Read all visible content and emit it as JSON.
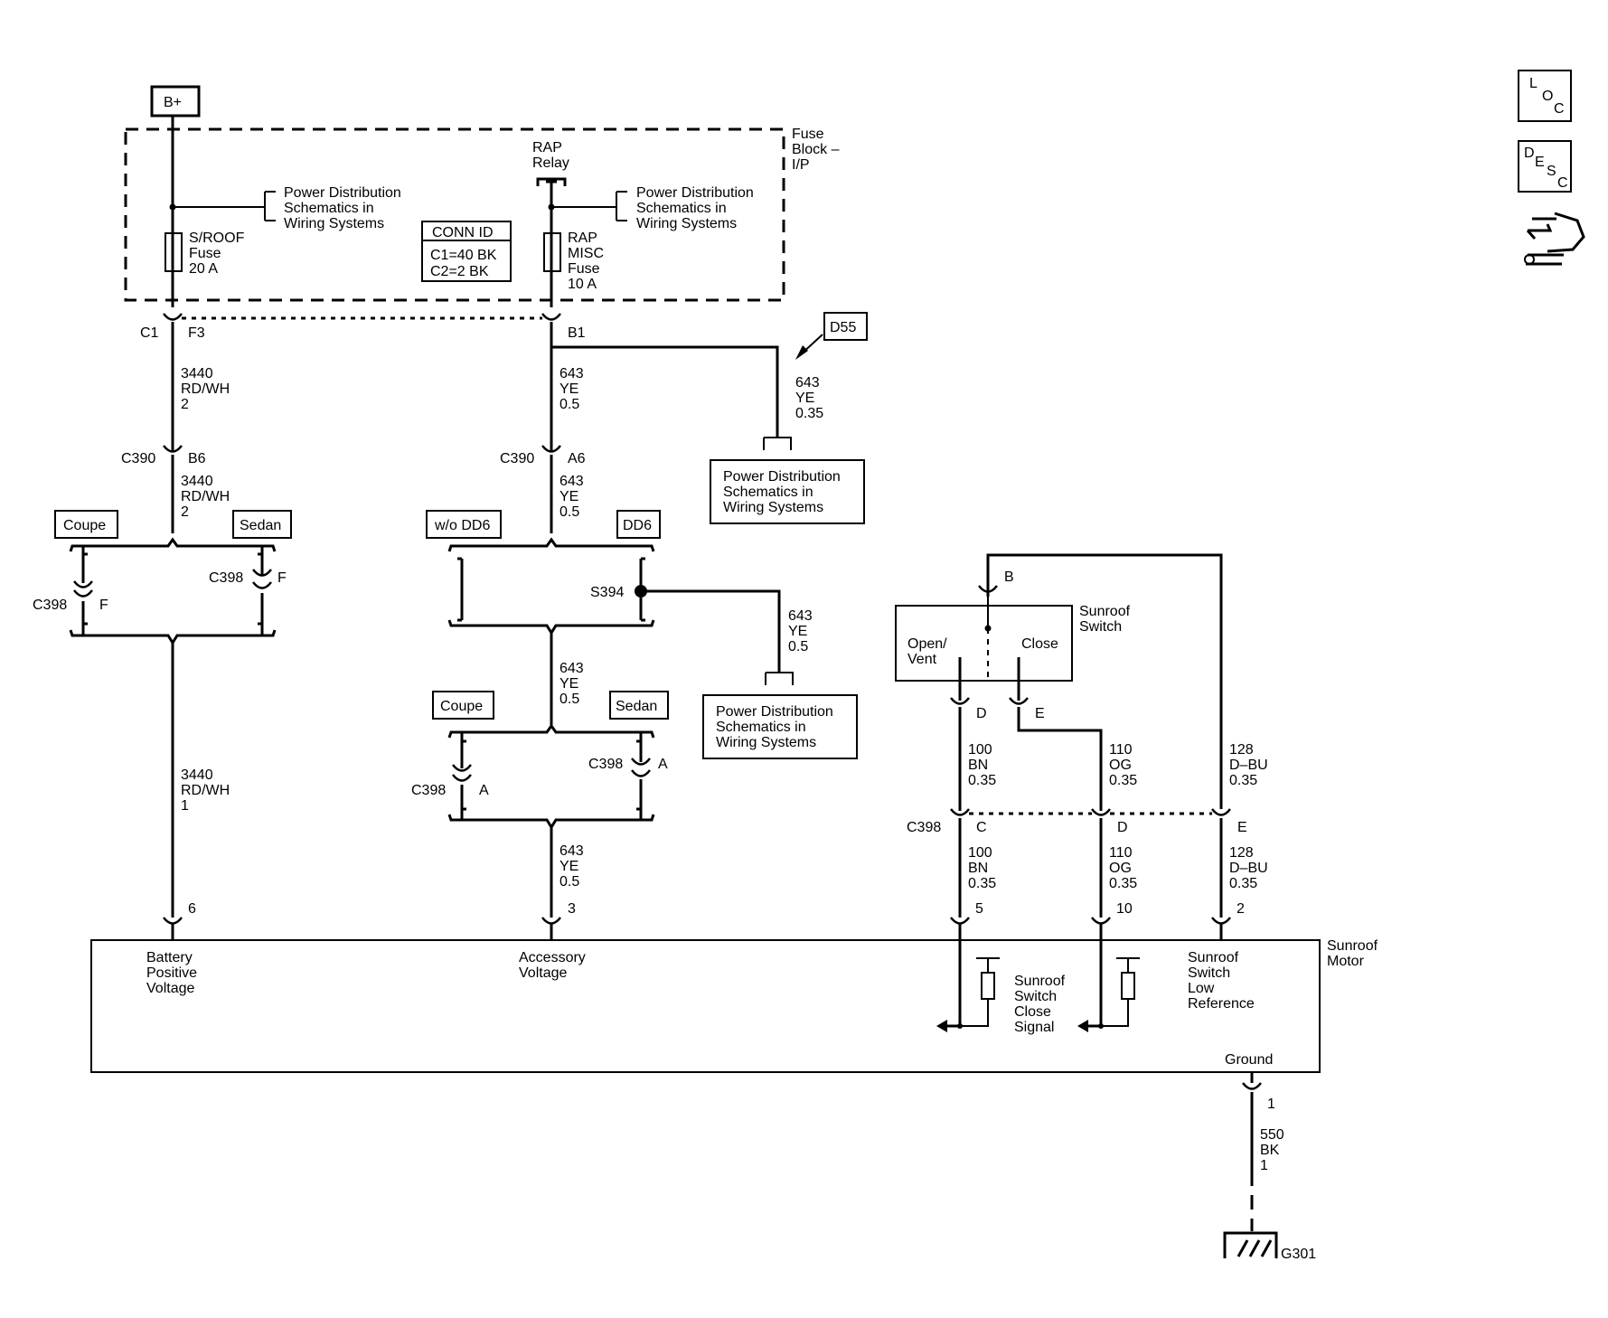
{
  "nav": {
    "loc": {
      "l": "L",
      "o": "O",
      "c": "C"
    },
    "desc": {
      "d": "D",
      "e": "E",
      "s": "S",
      "c": "C"
    }
  },
  "source": {
    "bplus": "B+"
  },
  "fuse_block": {
    "label": [
      "Fuse",
      "Block –",
      "I/P"
    ],
    "rap_relay": [
      "RAP",
      "Relay"
    ],
    "pds_ref_1": [
      "Power Distribution",
      "Schematics in",
      "Wiring Systems"
    ],
    "pds_ref_2": [
      "Power Distribution",
      "Schematics in",
      "Wiring Systems"
    ],
    "sroof_fuse": [
      "S/ROOF",
      "Fuse",
      "20 A"
    ],
    "rap_fuse": [
      "RAP",
      "MISC",
      "Fuse",
      "10 A"
    ],
    "conn_id": {
      "title": "CONN ID",
      "lines": [
        "C1=40 BK",
        "C2=2 BK"
      ]
    }
  },
  "left_circuit": {
    "c1": "C1",
    "f3": "F3",
    "wire_1": [
      "3440",
      "RD/WH",
      "2"
    ],
    "c390": "C390",
    "b6": "B6",
    "wire_2": [
      "3440",
      "RD/WH",
      "2"
    ],
    "coupe": "Coupe",
    "sedan": "Sedan",
    "c398_a": "C398",
    "f_a": "F",
    "c398_b": "C398",
    "f_b": "F",
    "wire_3": [
      "3440",
      "RD/WH",
      "1"
    ],
    "pin": "6"
  },
  "mid_circuit": {
    "b1": "B1",
    "d55": "D55",
    "wire_d55": [
      "643",
      "YE",
      "0.35"
    ],
    "pds_ref_3": [
      "Power Distribution",
      "Schematics in",
      "Wiring Systems"
    ],
    "wire_1": [
      "643",
      "YE",
      "0.5"
    ],
    "c390": "C390",
    "a6": "A6",
    "wire_2": [
      "643",
      "YE",
      "0.5"
    ],
    "wo_dd6": "w/o DD6",
    "dd6": "DD6",
    "s394": "S394",
    "wire_s394": [
      "643",
      "YE",
      "0.5"
    ],
    "pds_ref_4": [
      "Power Distribution",
      "Schematics in",
      "Wiring Systems"
    ],
    "wire_3": [
      "643",
      "YE",
      "0.5"
    ],
    "coupe": "Coupe",
    "sedan": "Sedan",
    "c398_a": "C398",
    "a_a": "A",
    "c398_b": "C398",
    "a_b": "A",
    "wire_4": [
      "643",
      "YE",
      "0.5"
    ],
    "pin": "3"
  },
  "right_circuit": {
    "b": "B",
    "switch_label": [
      "Sunroof",
      "Switch"
    ],
    "open_vent": [
      "Open/",
      "Vent"
    ],
    "close": "Close",
    "d": "D",
    "e": "E",
    "wire_bn_1": [
      "100",
      "BN",
      "0.35"
    ],
    "wire_og_1": [
      "110",
      "OG",
      "0.35"
    ],
    "wire_bu_1": [
      "128",
      "D–BU",
      "0.35"
    ],
    "c398": "C398",
    "c": "C",
    "d2": "D",
    "e2": "E",
    "wire_bn_2": [
      "100",
      "BN",
      "0.35"
    ],
    "wire_og_2": [
      "110",
      "OG",
      "0.35"
    ],
    "wire_bu_2": [
      "128",
      "D–BU",
      "0.35"
    ],
    "pin_5": "5",
    "pin_10": "10",
    "pin_2": "2"
  },
  "motor": {
    "label": [
      "Sunroof",
      "Motor"
    ],
    "battery": [
      "Battery",
      "Positive",
      "Voltage"
    ],
    "accessory": [
      "Accessory",
      "Voltage"
    ],
    "close_signal": [
      "Sunroof",
      "Switch",
      "Close",
      "Signal"
    ],
    "low_ref": [
      "Sunroof",
      "Switch",
      "Low",
      "Reference"
    ],
    "ground": "Ground"
  },
  "ground": {
    "pin": "1",
    "wire": [
      "550",
      "BK",
      "1"
    ],
    "g301": "G301"
  }
}
